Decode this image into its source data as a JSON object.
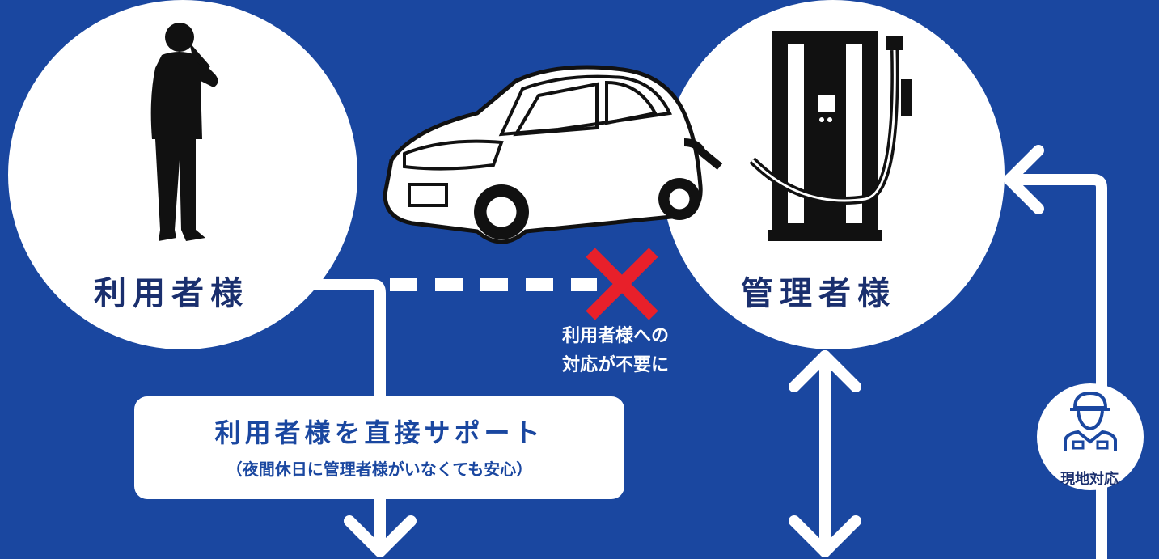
{
  "nodes": {
    "user_label": "利用者様",
    "manager_label": "管理者様"
  },
  "notice": {
    "line1": "利用者様への",
    "line2": "対応が不要に"
  },
  "support": {
    "title": "利用者様を直接サポート",
    "subtitle": "（夜間休日に管理者様がいなくても安心）"
  },
  "onsite": {
    "label": "現地対応",
    "icon": "worker-icon"
  },
  "colors": {
    "background": "#1a47a0",
    "label_text": "#1a2f6e",
    "cross": "#e8202a",
    "white": "#ffffff"
  }
}
